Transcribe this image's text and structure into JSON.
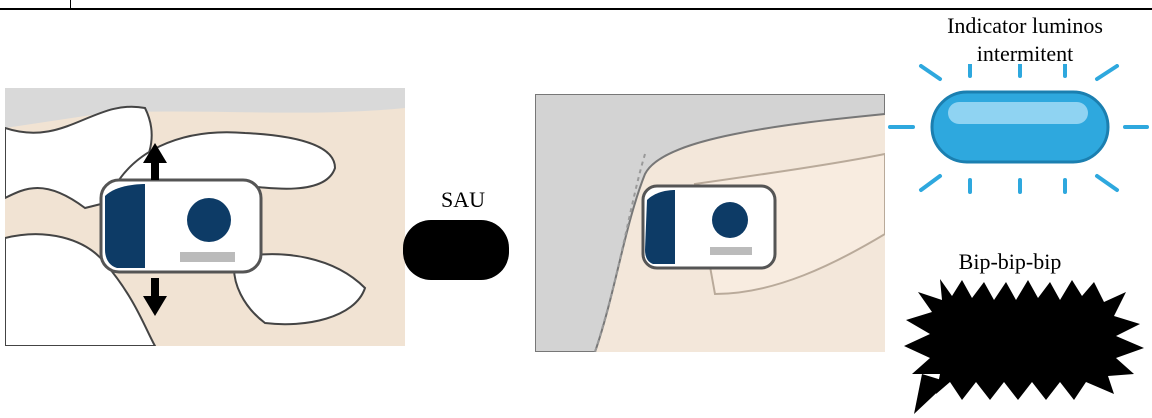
{
  "labels": {
    "or": "SAU",
    "light_indicator": "Indicator luminos\nintermitent",
    "beep": "Bip-bip-bip"
  },
  "icons": {
    "left": "hands-pinching-skin-applying-device-illustration",
    "right": "device-on-upper-arm-illustration",
    "or_shape": "black-rounded-rectangle",
    "light": "blue-flashing-light-icon",
    "sound": "sound-burst-icon"
  },
  "colors": {
    "light_blue": "#2ea8de",
    "skin": "#f0e2d2",
    "device_navy": "#0d3b66"
  }
}
